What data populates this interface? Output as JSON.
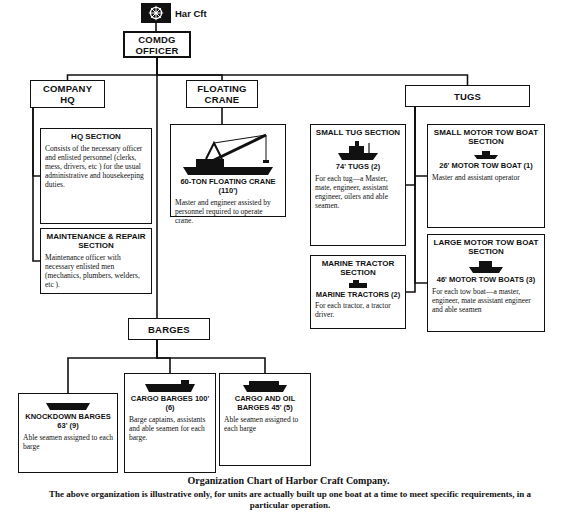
{
  "diagram": {
    "caption": "Organization Chart of Harbor Craft Company.",
    "nodes": [
      {
        "text": [
          "Har Cft"
        ]
      },
      {
        "text": [
          "COMDG OFFICER"
        ]
      },
      {
        "text": [
          "COMPANY HQ"
        ]
      },
      {
        "text": [
          "FLOATING CRANE"
        ]
      },
      {
        "text": [
          "TUGS"
        ]
      },
      {
        "text": [
          "HQ SECTION",
          "Consists of the necessary officer and enlisted personnel (clerks, mess, drivers, etc ) for the usual administrative and housekeeping duties."
        ]
      },
      {
        "text": [
          "MAINTENANCE & REPAIR SECTION",
          "Maintenance officer with necessary enlisted men (mechanics, plumbers, welders, etc )."
        ]
      },
      {
        "text": [
          "60-TON FLOATING CRANE (110')",
          "Master and engineer assisted by personnel required to operate crane."
        ]
      },
      {
        "text": [
          "SMALL TUG SECTION",
          "74' TUGS (2)",
          "For each tug—a Master, mate, engineer, assistant engineer, oilers and able seamen."
        ]
      },
      {
        "text": [
          "SMALL MOTOR TOW BOAT SECTION",
          "26' MOTOR TOW BOAT (1)",
          "Master and assistant operator"
        ]
      },
      {
        "text": [
          "MARINE TRACTOR SECTION",
          "MARINE TRACTORS (2)",
          "For each tractor, a tractor driver."
        ]
      },
      {
        "text": [
          "LARGE MOTOR TOW BOAT SECTION",
          "46' MOTOR TOW BOATS (3)",
          "For each tow boat—a master, engineer, mate assistant engineer and able seamen"
        ]
      },
      {
        "text": [
          "BARGES"
        ]
      },
      {
        "text": [
          "KNOCKDOWN BARGES 63' (9)",
          "Able seamen assigned to each barge"
        ]
      },
      {
        "text": [
          "CARGO BARGES 100' (6)",
          "Barge captains, assistants and able seamen for each barge."
        ]
      },
      {
        "text": [
          "CARGO AND OIL BARGES 45' (5)",
          "Able seamen assigned to each barge"
        ]
      }
    ],
    "edges": [
      {
        "from": 0,
        "to": 1,
        "arrow": "none"
      },
      {
        "from": 1,
        "to": 2,
        "arrow": "none"
      },
      {
        "from": 1,
        "to": 3,
        "arrow": "none"
      },
      {
        "from": 1,
        "to": 4,
        "arrow": "none"
      },
      {
        "from": 1,
        "to": 12,
        "arrow": "none"
      },
      {
        "from": 2,
        "to": 5,
        "arrow": "none"
      },
      {
        "from": 2,
        "to": 6,
        "arrow": "none"
      },
      {
        "from": 3,
        "to": 7,
        "arrow": "none"
      },
      {
        "from": 4,
        "to": 8,
        "arrow": "none"
      },
      {
        "from": 4,
        "to": 9,
        "arrow": "none"
      },
      {
        "from": 4,
        "to": 10,
        "arrow": "none"
      },
      {
        "from": 4,
        "to": 11,
        "arrow": "none"
      },
      {
        "from": 12,
        "to": 13,
        "arrow": "none"
      },
      {
        "from": 12,
        "to": 14,
        "arrow": "none"
      },
      {
        "from": 12,
        "to": 15,
        "arrow": "none"
      }
    ],
    "labels": [
      "The above organization is illustrative only, for units are actually built up one boat at a time to meet specific requirements, in a particular operation."
    ]
  }
}
